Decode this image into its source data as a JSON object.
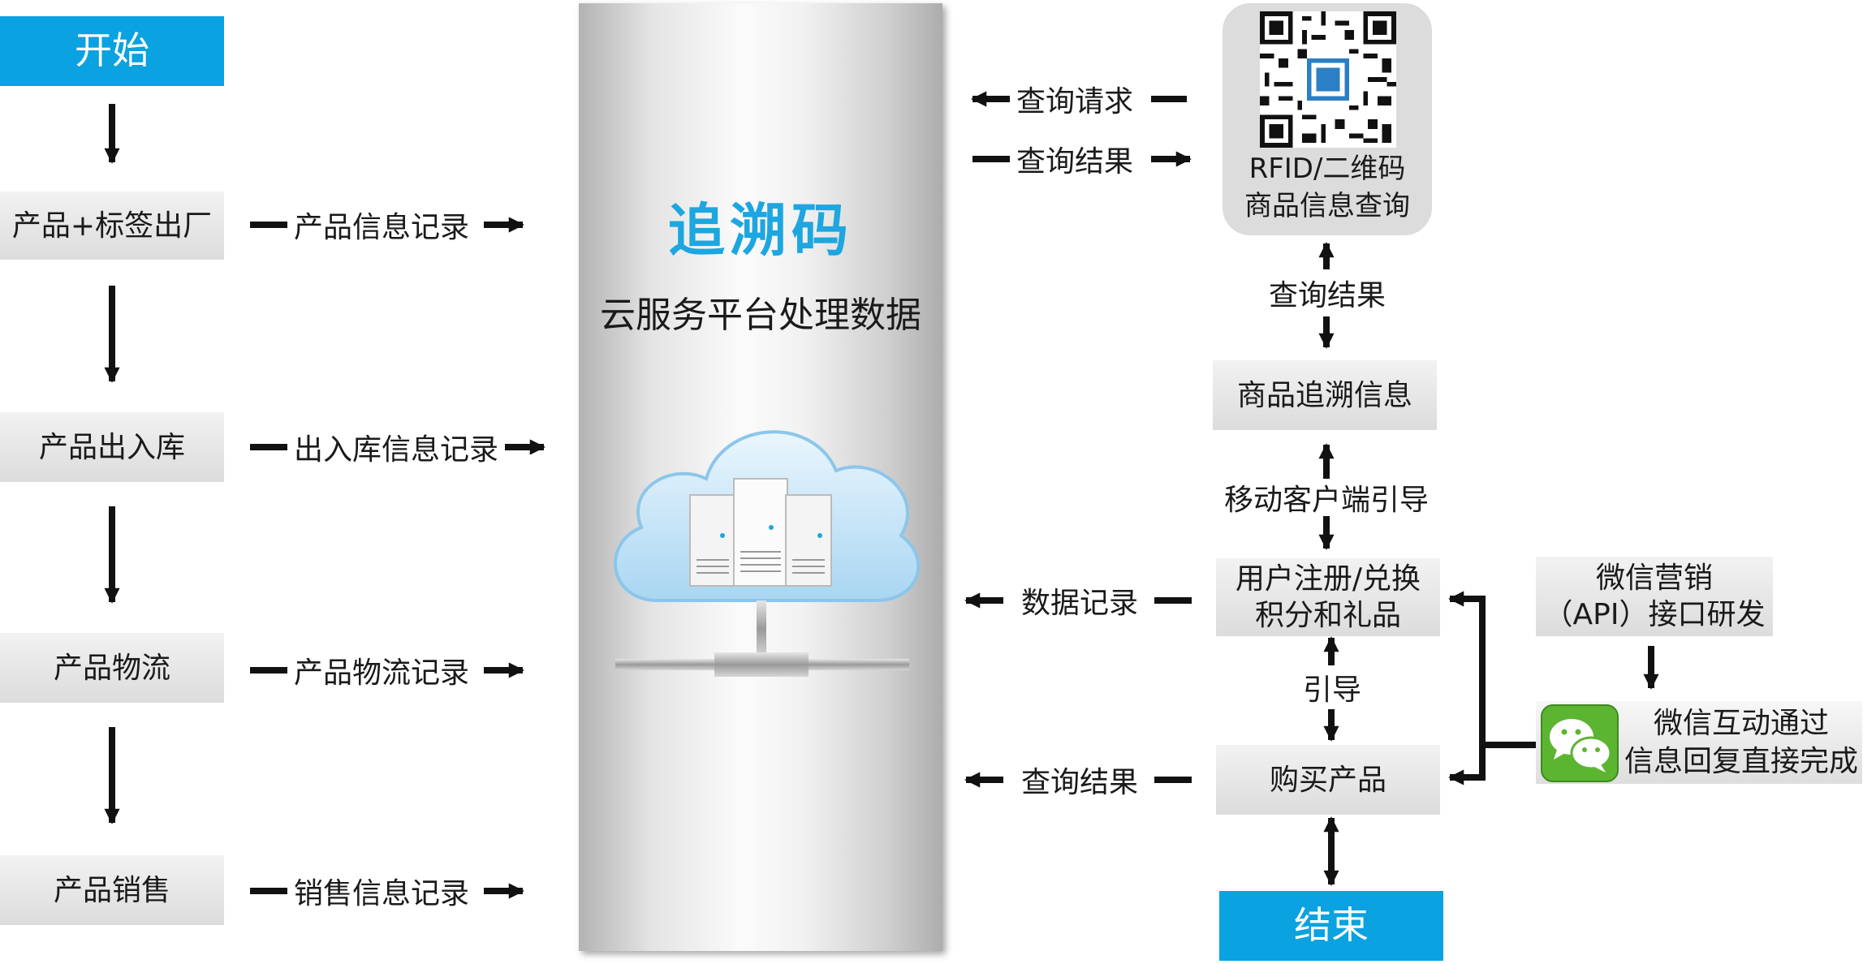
{
  "left_flow": {
    "start": "开始",
    "steps": [
      "产品+标签出厂",
      "产品出入库",
      "产品物流",
      "产品销售"
    ],
    "records": [
      "产品信息记录",
      "出入库信息记录",
      "产品物流记录",
      "销售信息记录"
    ]
  },
  "platform": {
    "title": "追溯码",
    "subtitle": "云服务平台处理数据"
  },
  "middle_labels": {
    "query_request": "查询请求",
    "query_result_top": "查询结果",
    "data_record": "数据记录",
    "query_result_bottom": "查询结果"
  },
  "right_flow": {
    "qr_label_line1": "RFID/二维码",
    "qr_label_line2": "商品信息查询",
    "qr_result": "查询结果",
    "trace_info": "商品追溯信息",
    "mobile_guide": "移动客户端引导",
    "register_line1": "用户注册/兑换",
    "register_line2": "积分和礼品",
    "guide": "引导",
    "purchase": "购买产品",
    "end": "结束"
  },
  "wechat": {
    "api_line1": "微信营销",
    "api_line2": "（API）接口研发",
    "interact_line1": "微信互动通过",
    "interact_line2": "信息回复直接完成"
  },
  "colors": {
    "accent_blue": "#0aa2e0",
    "title_blue": "#1da6e0",
    "box_grey": "#e4e4e4",
    "arrow": "#111111",
    "wechat_green": "#5cb531"
  }
}
